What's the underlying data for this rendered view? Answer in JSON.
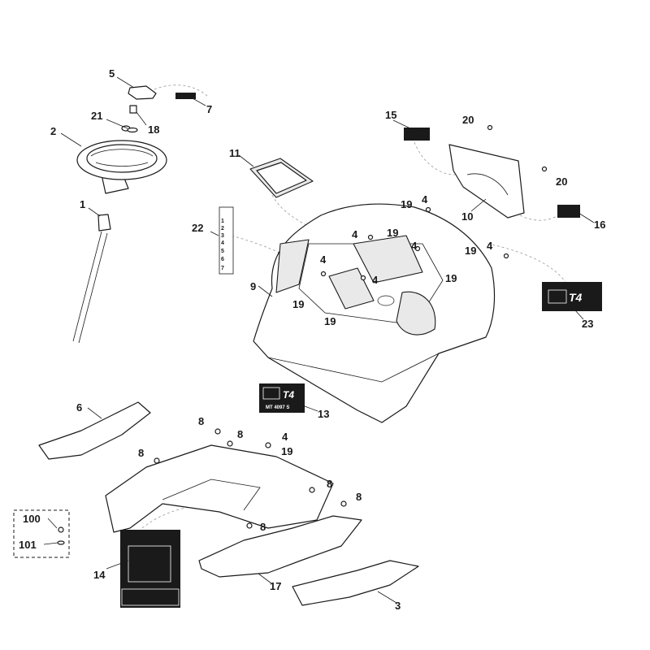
{
  "callouts": {
    "c1": "1",
    "c2": "2",
    "c3": "3",
    "c4a": "4",
    "c4b": "4",
    "c4c": "4",
    "c4d": "4",
    "c4e": "4",
    "c4f": "4",
    "c4g": "4",
    "c5": "5",
    "c6": "6",
    "c7": "7",
    "c8a": "8",
    "c8b": "8",
    "c8c": "8",
    "c8d": "8",
    "c8e": "8",
    "c8f": "8",
    "c9": "9",
    "c10": "10",
    "c11": "11",
    "c13": "13",
    "c14": "14",
    "c15": "15",
    "c16": "16",
    "c17": "17",
    "c18": "18",
    "c19a": "19",
    "c19b": "19",
    "c19c": "19",
    "c19d": "19",
    "c19e": "19",
    "c19f": "19",
    "c19g": "19",
    "c20a": "20",
    "c20b": "20",
    "c21": "21",
    "c22": "22",
    "c23": "23",
    "c100": "100",
    "c101": "101"
  },
  "decals": {
    "model_text": "MT 4097 S",
    "sequence": [
      "1",
      "2",
      "3",
      "4",
      "5",
      "6",
      "7"
    ]
  },
  "colors": {
    "ink": "#1a1a1a",
    "dashed_leader": "#9a9a9a",
    "decal_background": "#1a1a1a"
  }
}
